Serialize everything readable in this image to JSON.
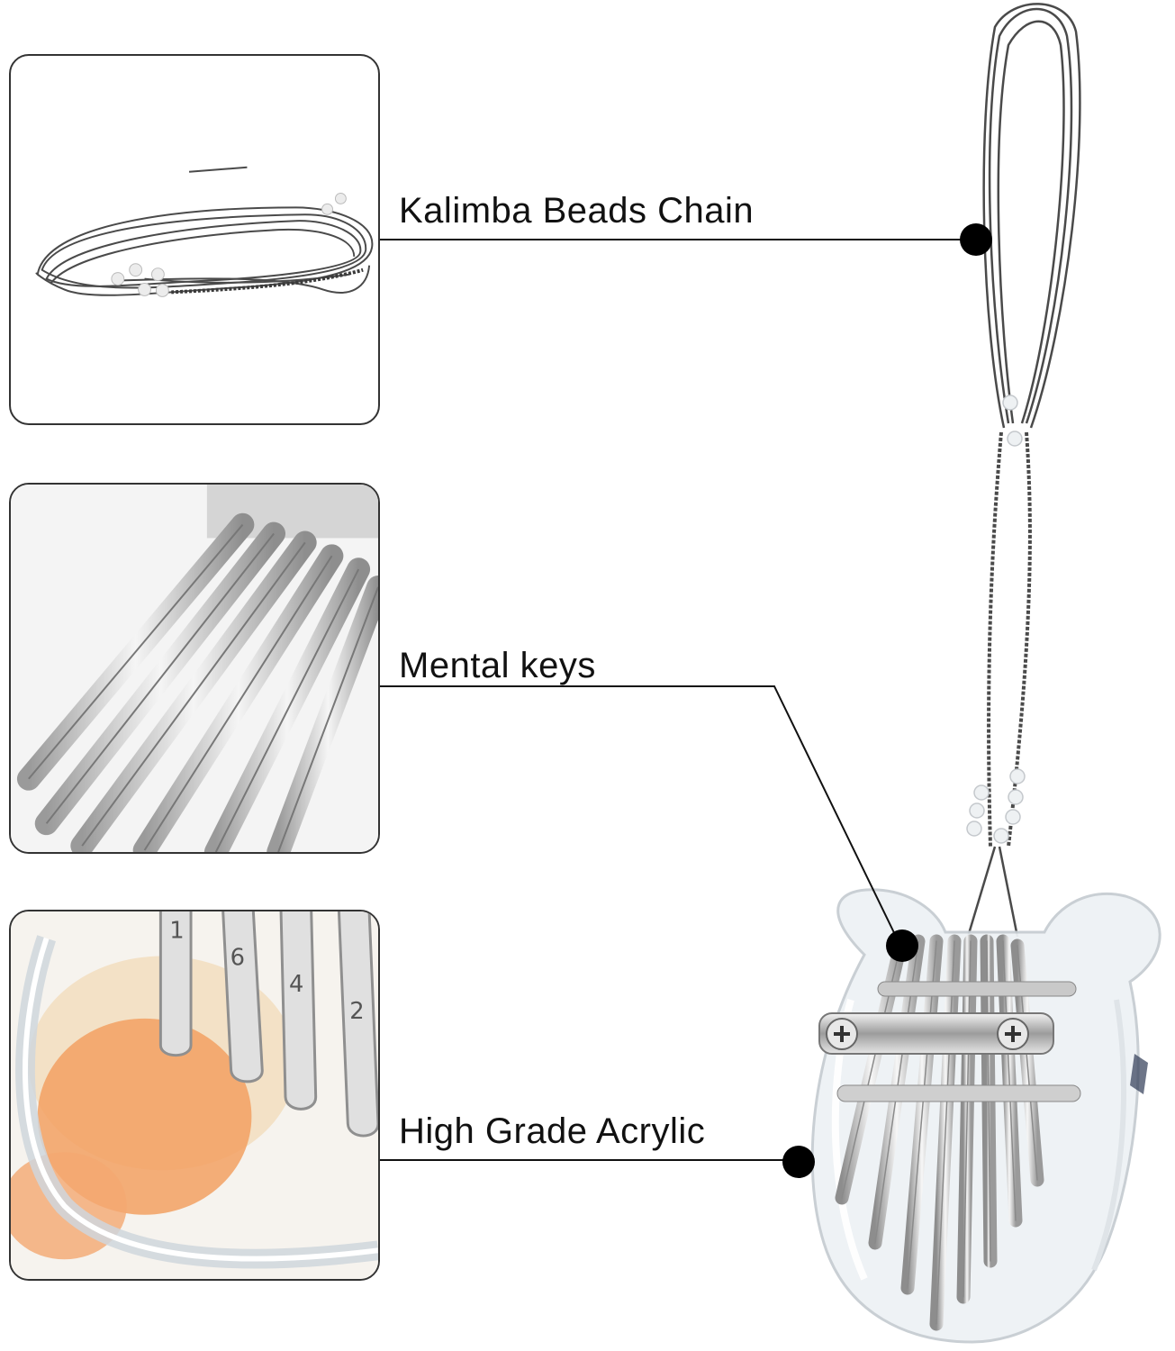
{
  "callouts": {
    "chain": "Kalimba Beads Chain",
    "keys": "Mental keys",
    "acrylic": "High Grade Acrylic"
  },
  "key_numbers": [
    "1",
    "6",
    "4",
    "2"
  ],
  "colors": {
    "line": "#111111",
    "cord": "#4a4a4a",
    "metal": "#d9d9d9",
    "acrylic": "#eef2f5",
    "accent_orange": "#f2a062"
  }
}
